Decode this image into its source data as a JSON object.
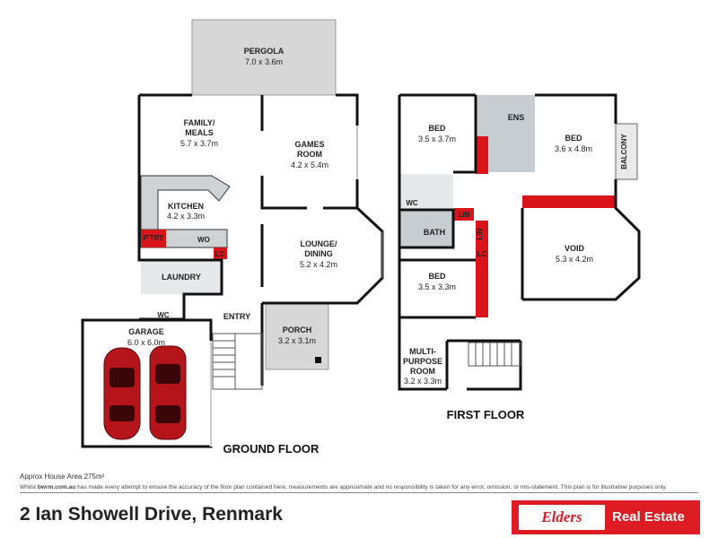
{
  "ground_floor": {
    "title": "GROUND FLOOR",
    "rooms": [
      {
        "key": "pergola",
        "name": "PERGOLA",
        "size": "7.0 x 3.6m"
      },
      {
        "key": "family",
        "name": "FAMILY/",
        "name2": "MEALS",
        "size": "5.7 x 3.7m"
      },
      {
        "key": "games",
        "name": "GAMES",
        "name2": "ROOM",
        "size": "4.2 x 5.4m"
      },
      {
        "key": "kitchen",
        "name": "KITCHEN",
        "size": "4.2 x 3.3m"
      },
      {
        "key": "lounge",
        "name": "LOUNGE/",
        "name2": "DINING",
        "size": "5.2 x 4.2m"
      },
      {
        "key": "laundry",
        "name": "LAUNDRY"
      },
      {
        "key": "garage",
        "name": "GARAGE",
        "size": "6.0 x 6.0m"
      },
      {
        "key": "porch",
        "name": "PORCH",
        "size": "3.2 x 3.1m"
      },
      {
        "key": "entry",
        "name": "ENTRY"
      }
    ],
    "small_labels": {
      "pantry": "P'TRY",
      "wo": "WO",
      "lc": "LC",
      "wc": "WC"
    }
  },
  "first_floor": {
    "title": "FIRST FLOOR",
    "rooms": [
      {
        "key": "bed1",
        "name": "BED",
        "size": "3.5 x 3.7m"
      },
      {
        "key": "ens",
        "name": "ENS"
      },
      {
        "key": "bed2",
        "name": "BED",
        "size": "3.6 x 4.8m"
      },
      {
        "key": "balcony",
        "name": "BALCONY"
      },
      {
        "key": "bath",
        "name": "BATH"
      },
      {
        "key": "void",
        "name": "VOID",
        "size": "5.3 x 4.2m"
      },
      {
        "key": "bed3",
        "name": "BED",
        "size": "3.5 x 3.3m"
      },
      {
        "key": "multi",
        "name": "MULTI-",
        "name2": "PURPOSE",
        "name3": "ROOM",
        "size": "3.2 x 3.3m"
      }
    ],
    "small_labels": {
      "wc": "WC",
      "lin1": "LIN",
      "lin2": "LIN",
      "lc": "LC"
    }
  },
  "footer": {
    "area": "Approx House Area 275m²",
    "disclaimer_prefix": "Whilst ",
    "disclaimer_brand": "bwrm.com.au",
    "disclaimer_rest": " has made every attempt to ensure the accuracy of the floor plan contained here, measurements are approximate and no responsibility is taken for any error, omission, or mis-statement. This plan is for illustrative purposes only.",
    "address": "2 Ian Showell Drive, Renmark"
  },
  "brand": {
    "logo_text": "Elders",
    "label": "Real Estate",
    "color": "#dd1c23"
  },
  "colors": {
    "wall": "#111111",
    "feature": "#d9141b",
    "outdoor": "#d7d7d7",
    "wet": "#c8cdd1",
    "car": "#b5141a"
  }
}
